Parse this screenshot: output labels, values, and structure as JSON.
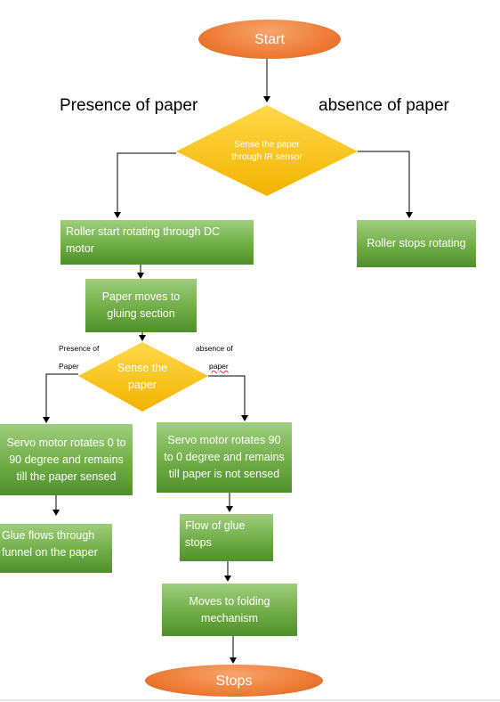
{
  "start": "Start",
  "presence_label_top": "Presence of paper",
  "absence_label_top": "absence of paper",
  "sense_ir": "Sense the paper through IR sensor",
  "roller_start": "Roller start rotating through DC motor",
  "roller_stop": "Roller stops rotating",
  "paper_moves": "Paper moves to gluing section",
  "presence_of": "Presence of",
  "paper_small_left": "Paper",
  "absence_of": "absence of",
  "paper_small_right": "paper",
  "sense_paper": "Sense the paper",
  "servo_0_90": "Servo motor rotates 0 to 90 degree and remains till the paper sensed",
  "servo_90_0": "Servo motor rotates 90 to 0 degree and remains till paper is not sensed",
  "glue_flows": "Glue flows through funnel on the paper",
  "flow_glue_stops": "Flow of glue stops",
  "moves_folding": "Moves to folding mechanism",
  "stops": "Stops",
  "colors": {
    "oval": "#ee7c36",
    "diamond": "#ffc000",
    "box": "#70ad47",
    "text": "#ffffff"
  }
}
